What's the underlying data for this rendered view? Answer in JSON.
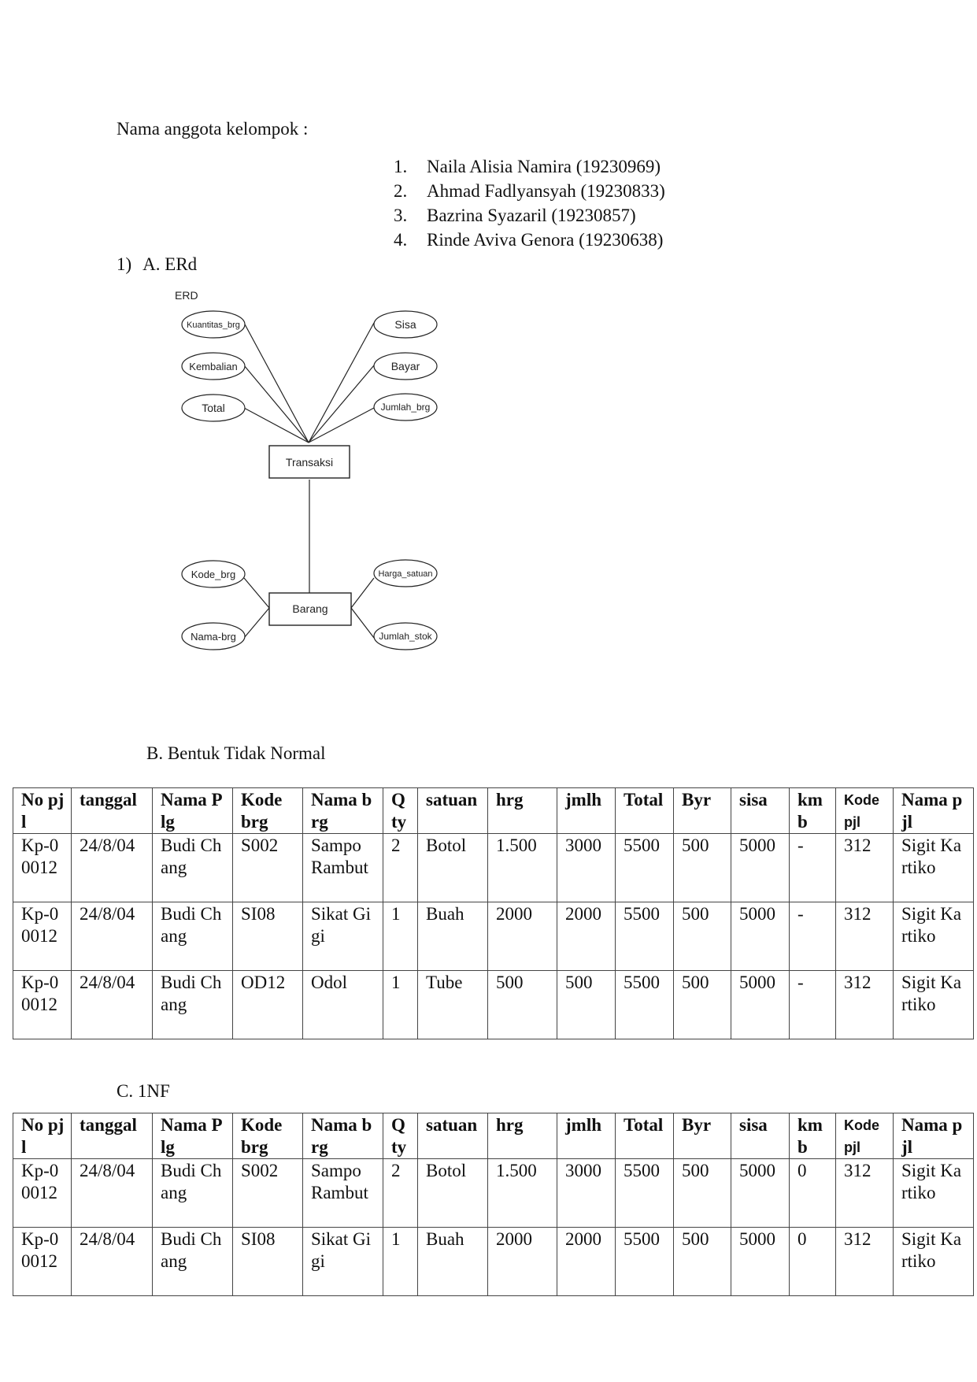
{
  "header": {
    "label": "Nama anggota kelompok :"
  },
  "members": [
    {
      "num": "1.",
      "text": "Naila Alisia Namira (19230969)"
    },
    {
      "num": "2.",
      "text": "Ahmad Fadlyansyah (19230833)"
    },
    {
      "num": "3.",
      "text": "Bazrina Syazaril (19230857)"
    },
    {
      "num": "4.",
      "text": "Rinde Aviva Genora (19230638)"
    }
  ],
  "section_a": {
    "num": "1)",
    "title": "A. ERd"
  },
  "erd": {
    "caption": "ERD",
    "entities": {
      "transaksi": "Transaksi",
      "barang": "Barang"
    },
    "attributes": {
      "kuantitas_brg": "Kuantitas_brg",
      "kembalian": "Kembalian",
      "total": "Total",
      "sisa": "Sisa",
      "bayar": "Bayar",
      "jumlah_brg": "Jumlah_brg",
      "kode_brg": "Kode_brg",
      "nama_brg": "Nama-brg",
      "harga_satuan": "Harga_satuan",
      "jumlah_stok": "Jumlah_stok"
    }
  },
  "section_b": {
    "title": "B. Bentuk Tidak Normal"
  },
  "section_c": {
    "title": "C. 1NF"
  },
  "table_headers": [
    "No pjl",
    "tanggal",
    "Nama Plg",
    "Kode brg",
    "Nama brg",
    "Qty",
    "satuan",
    "hrg",
    "jmlh",
    "Total",
    "Byr",
    "sisa",
    "kmb",
    "Kode pjl",
    "Nama pjl"
  ],
  "table_b_rows": [
    [
      "Kp-00012",
      "24/8/04",
      "Budi Chang",
      "S002",
      "Sampo Rambut",
      "2",
      "Botol",
      "1.500",
      "3000",
      "5500",
      "500",
      "5000",
      "-",
      "312",
      "Sigit Kartiko"
    ],
    [
      "Kp-00012",
      "24/8/04",
      "Budi Chang",
      "SI08",
      "Sikat Gigi",
      "1",
      "Buah",
      "2000",
      "2000",
      "5500",
      "500",
      "5000",
      "-",
      "312",
      "Sigit Kartiko"
    ],
    [
      "Kp-00012",
      "24/8/04",
      "Budi Chang",
      "OD12",
      "Odol",
      "1",
      "Tube",
      "500",
      "500",
      "5500",
      "500",
      "5000",
      "-",
      "312",
      "Sigit Kartiko"
    ]
  ],
  "table_c_rows": [
    [
      "Kp-00012",
      "24/8/04",
      "Budi Chang",
      "S002",
      "Sampo Rambut",
      "2",
      "Botol",
      "1.500",
      "3000",
      "5500",
      "500",
      "5000",
      "0",
      "312",
      "Sigit Kartiko"
    ],
    [
      "Kp-00012",
      "24/8/04",
      "Budi Chang",
      "SI08",
      "Sikat Gigi",
      "1",
      "Buah",
      "2000",
      "2000",
      "5500",
      "500",
      "5000",
      "0",
      "312",
      "Sigit Kartiko"
    ]
  ]
}
